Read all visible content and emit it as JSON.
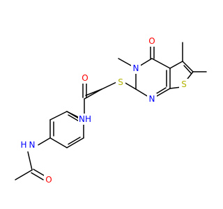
{
  "colors": {
    "bond": "#000000",
    "O": "#ff0000",
    "N": "#0000ff",
    "S": "#b2b200",
    "background": "#ffffff"
  },
  "atoms": {
    "o_carbonyl": "O",
    "n_ring": "N",
    "n_pyrimidine": "N",
    "s_thioether": "S",
    "s_thiophene": "S",
    "o_amide": "O",
    "nh_amide": "NH",
    "h_acetamido": "H",
    "n_acetamido": "N",
    "o_acetyl": "O"
  }
}
